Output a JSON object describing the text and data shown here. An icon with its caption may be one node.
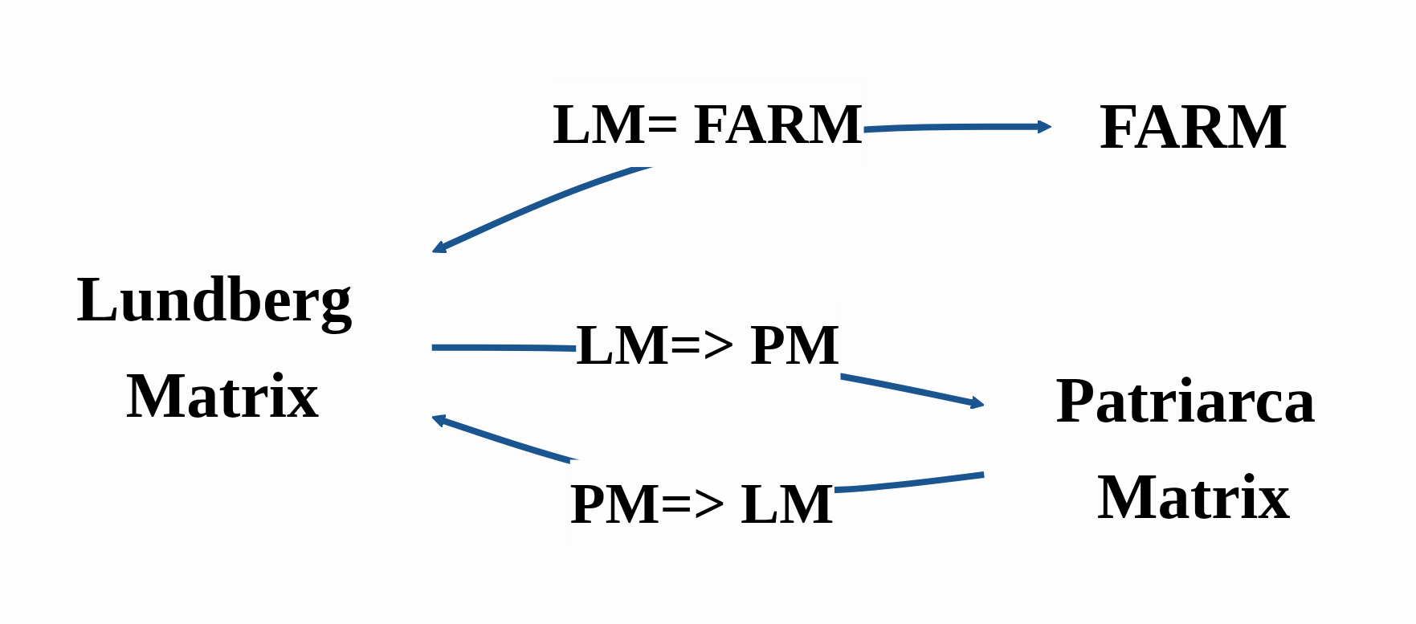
{
  "diagram": {
    "nodes": [
      {
        "text": [
          "Lundberg Matrix"
        ]
      },
      {
        "text": [
          "FARM"
        ]
      },
      {
        "text": [
          "Patriarca Matrix"
        ]
      }
    ],
    "edges": [
      {
        "from": 0,
        "to": 1,
        "arrow": "both",
        "label": "LM= FARM"
      },
      {
        "from": 0,
        "to": 2,
        "arrow": "to",
        "label": "LM=> PM"
      },
      {
        "from": 2,
        "to": 0,
        "arrow": "to",
        "label": "PM=> LM"
      }
    ]
  }
}
